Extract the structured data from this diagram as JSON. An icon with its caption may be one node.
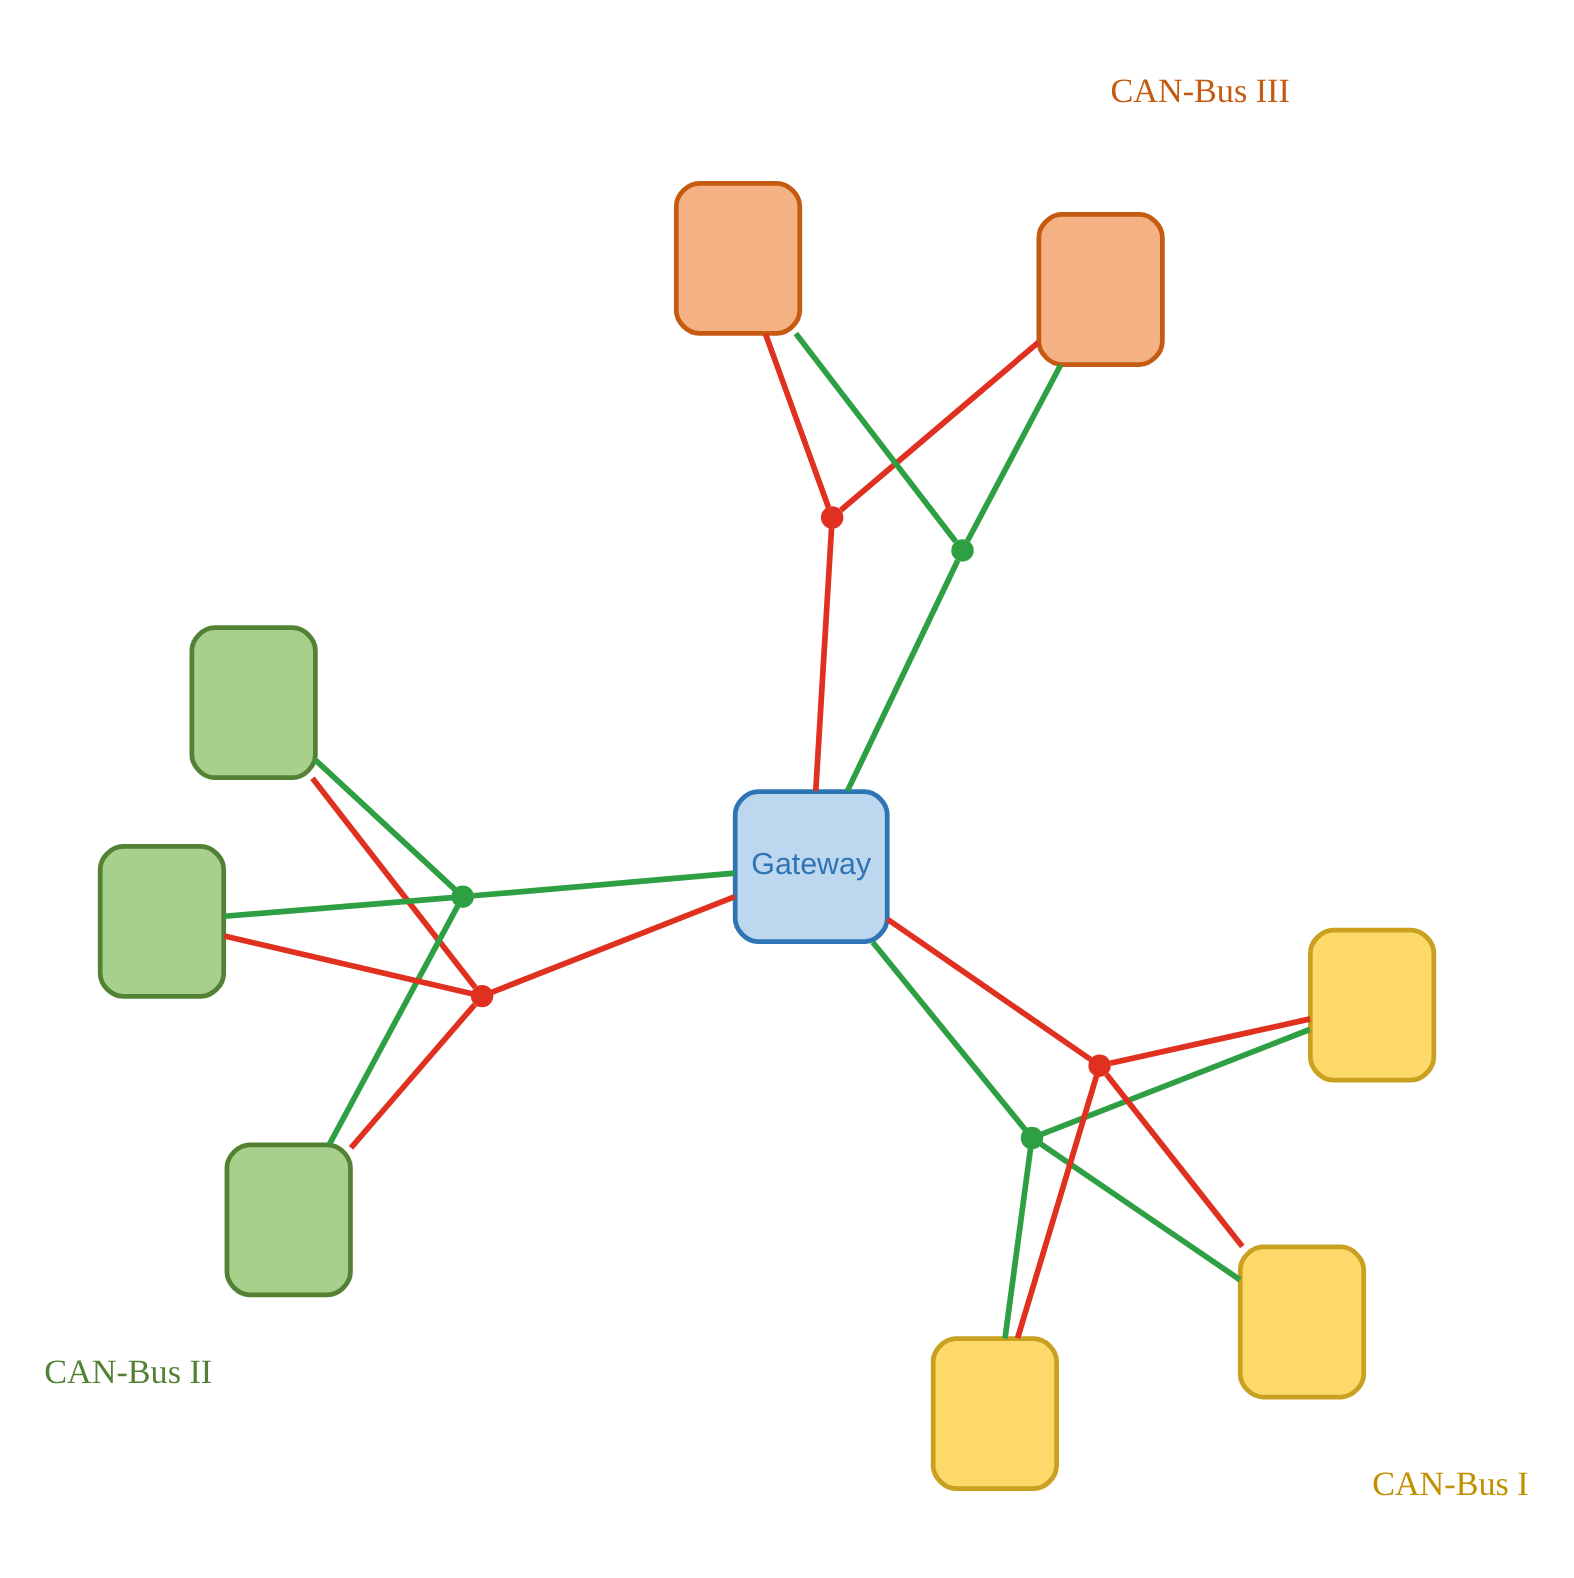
{
  "diagram": {
    "nodes": [
      {
        "text": [
          "Gateway"
        ]
      },
      {
        "text": [],
        "shape": "box"
      },
      {
        "text": [],
        "shape": "box"
      },
      {
        "text": [],
        "shape": "box"
      },
      {
        "text": [],
        "shape": "box"
      },
      {
        "text": [],
        "shape": "box"
      },
      {
        "text": [],
        "shape": "box"
      },
      {
        "text": [],
        "shape": "box"
      },
      {
        "text": [],
        "shape": "box"
      },
      {
        "text": [],
        "shape": "circle"
      },
      {
        "text": [],
        "shape": "circle"
      },
      {
        "text": [],
        "shape": "circle"
      },
      {
        "text": [],
        "shape": "circle"
      },
      {
        "text": [],
        "shape": "circle"
      },
      {
        "text": [],
        "shape": "circle"
      }
    ],
    "edges": [
      {
        "from": 1,
        "to": 9,
        "arrow": "none",
        "color": "#e03020"
      },
      {
        "from": 2,
        "to": 9,
        "arrow": "none",
        "color": "#e03020"
      },
      {
        "from": 3,
        "to": 9,
        "arrow": "none",
        "color": "#e03020"
      },
      {
        "from": 9,
        "to": 0,
        "arrow": "none",
        "color": "#e03020"
      },
      {
        "from": 1,
        "to": 10,
        "arrow": "none",
        "color": "#2ea043"
      },
      {
        "from": 2,
        "to": 10,
        "arrow": "none",
        "color": "#2ea043"
      },
      {
        "from": 3,
        "to": 10,
        "arrow": "none",
        "color": "#2ea043"
      },
      {
        "from": 10,
        "to": 0,
        "arrow": "none",
        "color": "#2ea043"
      },
      {
        "from": 0,
        "to": 11,
        "arrow": "none",
        "color": "#2ea043"
      },
      {
        "from": 4,
        "to": 11,
        "arrow": "none",
        "color": "#2ea043"
      },
      {
        "from": 5,
        "to": 11,
        "arrow": "none",
        "color": "#2ea043"
      },
      {
        "from": 6,
        "to": 11,
        "arrow": "none",
        "color": "#2ea043"
      },
      {
        "from": 0,
        "to": 12,
        "arrow": "none",
        "color": "#e03020"
      },
      {
        "from": 4,
        "to": 12,
        "arrow": "none",
        "color": "#e03020"
      },
      {
        "from": 5,
        "to": 12,
        "arrow": "none",
        "color": "#e03020"
      },
      {
        "from": 6,
        "to": 12,
        "arrow": "none",
        "color": "#e03020"
      },
      {
        "from": 0,
        "to": 13,
        "arrow": "none",
        "color": "#2ea043"
      },
      {
        "from": 7,
        "to": 13,
        "arrow": "none",
        "color": "#2ea043"
      },
      {
        "from": 8,
        "to": 13,
        "arrow": "none",
        "color": "#2ea043"
      },
      {
        "from": 0,
        "to": 14,
        "arrow": "none",
        "color": "#e03020"
      },
      {
        "from": 7,
        "to": 14,
        "arrow": "none",
        "color": "#e03020"
      },
      {
        "from": 8,
        "to": 14,
        "arrow": "none",
        "color": "#e03020"
      }
    ],
    "labels": [
      "CAN-Bus I",
      "CAN-Bus II",
      "CAN-Bus III"
    ]
  }
}
